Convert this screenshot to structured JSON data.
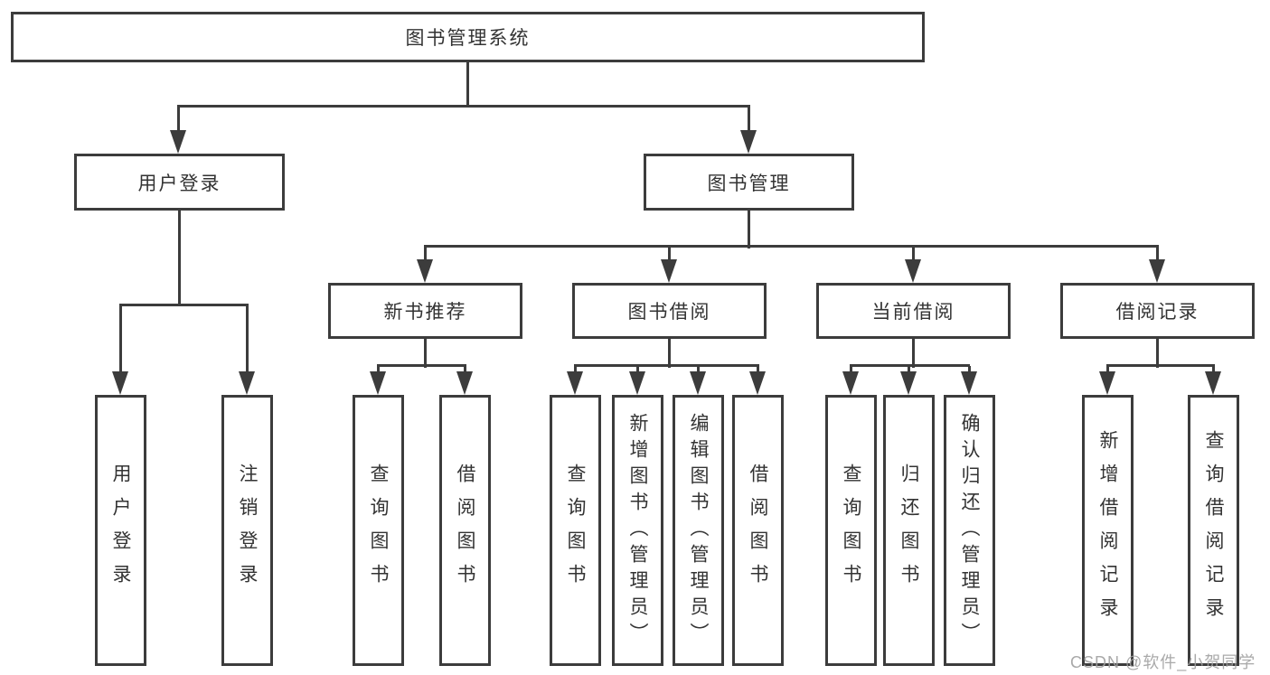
{
  "colors": {
    "line": "#3c3c3c",
    "text": "#333333",
    "watermark": "#a0a0a0",
    "background": "#ffffff"
  },
  "watermark": {
    "text": "CSDN @软件_小贺同学"
  },
  "tree": {
    "root": {
      "label": "图书管理系统"
    },
    "user": {
      "label": "用户登录",
      "children": [
        {
          "label": "用户登录"
        },
        {
          "label": "注销登录"
        }
      ]
    },
    "manage": {
      "label": "图书管理",
      "children": [
        {
          "label": "新书推荐",
          "children": [
            {
              "label": "查询图书"
            },
            {
              "label": "借阅图书"
            }
          ]
        },
        {
          "label": "图书借阅",
          "children": [
            {
              "label": "查询图书"
            },
            {
              "label": "新增图书（管理员）"
            },
            {
              "label": "编辑图书（管理员）"
            },
            {
              "label": "借阅图书"
            }
          ]
        },
        {
          "label": "当前借阅",
          "children": [
            {
              "label": "查询图书"
            },
            {
              "label": "归还图书"
            },
            {
              "label": "确认归还（管理员）"
            }
          ]
        },
        {
          "label": "借阅记录",
          "children": [
            {
              "label": "新增借阅记录"
            },
            {
              "label": "查询借阅记录"
            }
          ]
        }
      ]
    }
  }
}
